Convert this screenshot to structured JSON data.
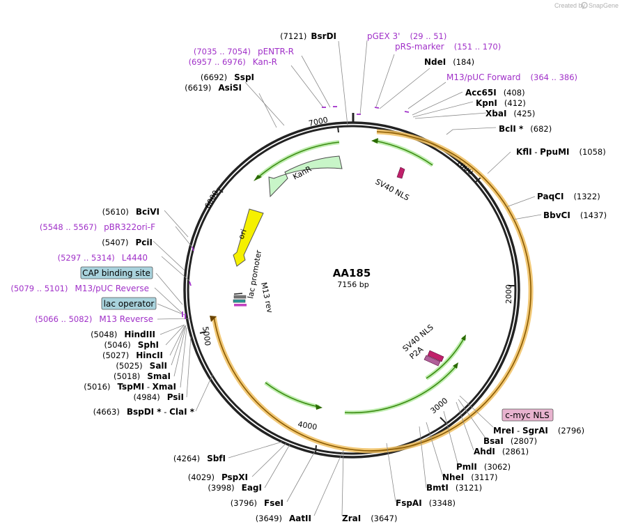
{
  "credit": {
    "prefix": "Created by",
    "brand": "SnapGene"
  },
  "plasmid": {
    "name": "AA185",
    "size": "7156 bp"
  },
  "ticks": [
    "1000",
    "2000",
    "3000",
    "4000",
    "5000",
    "6000",
    "7000"
  ],
  "sites": [
    {
      "name": "BsrDI",
      "pos": "(7121)"
    },
    {
      "name": "NdeI",
      "pos": "(184)"
    },
    {
      "name": "Acc65I",
      "pos": "(408)"
    },
    {
      "name": "KpnI",
      "pos": "(412)"
    },
    {
      "name": "XbaI",
      "pos": "(425)"
    },
    {
      "name": "BclI *",
      "pos": "(682)"
    },
    {
      "name": "KflI",
      "sep": " - ",
      "name2": "PpuMI",
      "pos": "(1058)"
    },
    {
      "name": "PaqCI",
      "pos": "(1322)"
    },
    {
      "name": "BbvCI",
      "pos": "(1437)"
    },
    {
      "name": "MreI",
      "sep": " - ",
      "name2": "SgrAI",
      "pos": "(2796)"
    },
    {
      "name": "BsaI",
      "pos": "(2807)"
    },
    {
      "name": "AhdI",
      "pos": "(2861)"
    },
    {
      "name": "PmlI",
      "pos": "(3062)"
    },
    {
      "name": "NheI",
      "pos": "(3117)"
    },
    {
      "name": "BmtI",
      "pos": "(3121)"
    },
    {
      "name": "FspAI",
      "pos": "(3348)"
    },
    {
      "name": "ZraI",
      "pos": "(3647)"
    },
    {
      "name": "AatII",
      "pos": "(3649)"
    },
    {
      "name": "FseI",
      "pos": "(3796)"
    },
    {
      "name": "EagI",
      "pos": "(3998)"
    },
    {
      "name": "PspXI",
      "pos": "(4029)"
    },
    {
      "name": "SbfI",
      "pos": "(4264)"
    },
    {
      "name": "BspDI *",
      "sep": " - ",
      "name2": "ClaI *",
      "pos": "(4663)"
    },
    {
      "name": "PsiI",
      "pos": "(4984)"
    },
    {
      "name": "TspMI",
      "sep": " - ",
      "name2": "XmaI",
      "pos": "(5016)"
    },
    {
      "name": "SmaI",
      "pos": "(5018)"
    },
    {
      "name": "SalI",
      "pos": "(5025)"
    },
    {
      "name": "HincII",
      "pos": "(5027)"
    },
    {
      "name": "SphI",
      "pos": "(5046)"
    },
    {
      "name": "HindIII",
      "pos": "(5048)"
    },
    {
      "name": "PciI",
      "pos": "(5407)"
    },
    {
      "name": "BciVI",
      "pos": "(5610)"
    },
    {
      "name": "AsiSI",
      "pos": "(6619)"
    },
    {
      "name": "SspI",
      "pos": "(6692)"
    }
  ],
  "primers": [
    {
      "name": "pGEX 3'",
      "range": "(29 .. 51)"
    },
    {
      "name": "pRS-marker",
      "range": "(151 .. 170)"
    },
    {
      "name": "M13/pUC Forward",
      "range": "(364 .. 386)"
    },
    {
      "name": "pENTR-R",
      "range": "(7035 .. 7054)"
    },
    {
      "name": "Kan-R",
      "range": "(6957 .. 6976)"
    },
    {
      "name": "pBR322ori-F",
      "range": "(5548 .. 5567)"
    },
    {
      "name": "L4440",
      "range": "(5297 .. 5314)"
    },
    {
      "name": "M13/pUC Reverse",
      "range": "(5079 .. 5101)"
    },
    {
      "name": "M13 Reverse",
      "range": "(5066 .. 5082)"
    }
  ],
  "features": {
    "cap": "CAP binding site",
    "lacop": "lac operator",
    "cmyc": "c-myc NLS",
    "kanr": "KanR",
    "ori": "ori",
    "lacprom": "lac promoter",
    "m13rev": "M13 rev",
    "sv40a": "SV40 NLS",
    "sv40b": "SV40 NLS",
    "p2a": "P2A"
  },
  "colors": {
    "primer": "#a030c8",
    "kanr_fill": "#c8f5c8",
    "kanr_stroke": "#4a4a4a",
    "ori_fill": "#f5f000",
    "orf_orange": "#f0c060",
    "orf_green": "#44a010",
    "sv40_fill": "#c0206a",
    "cap_fill": "#a9d3dd",
    "cmyc_fill": "#e8b3cf"
  }
}
